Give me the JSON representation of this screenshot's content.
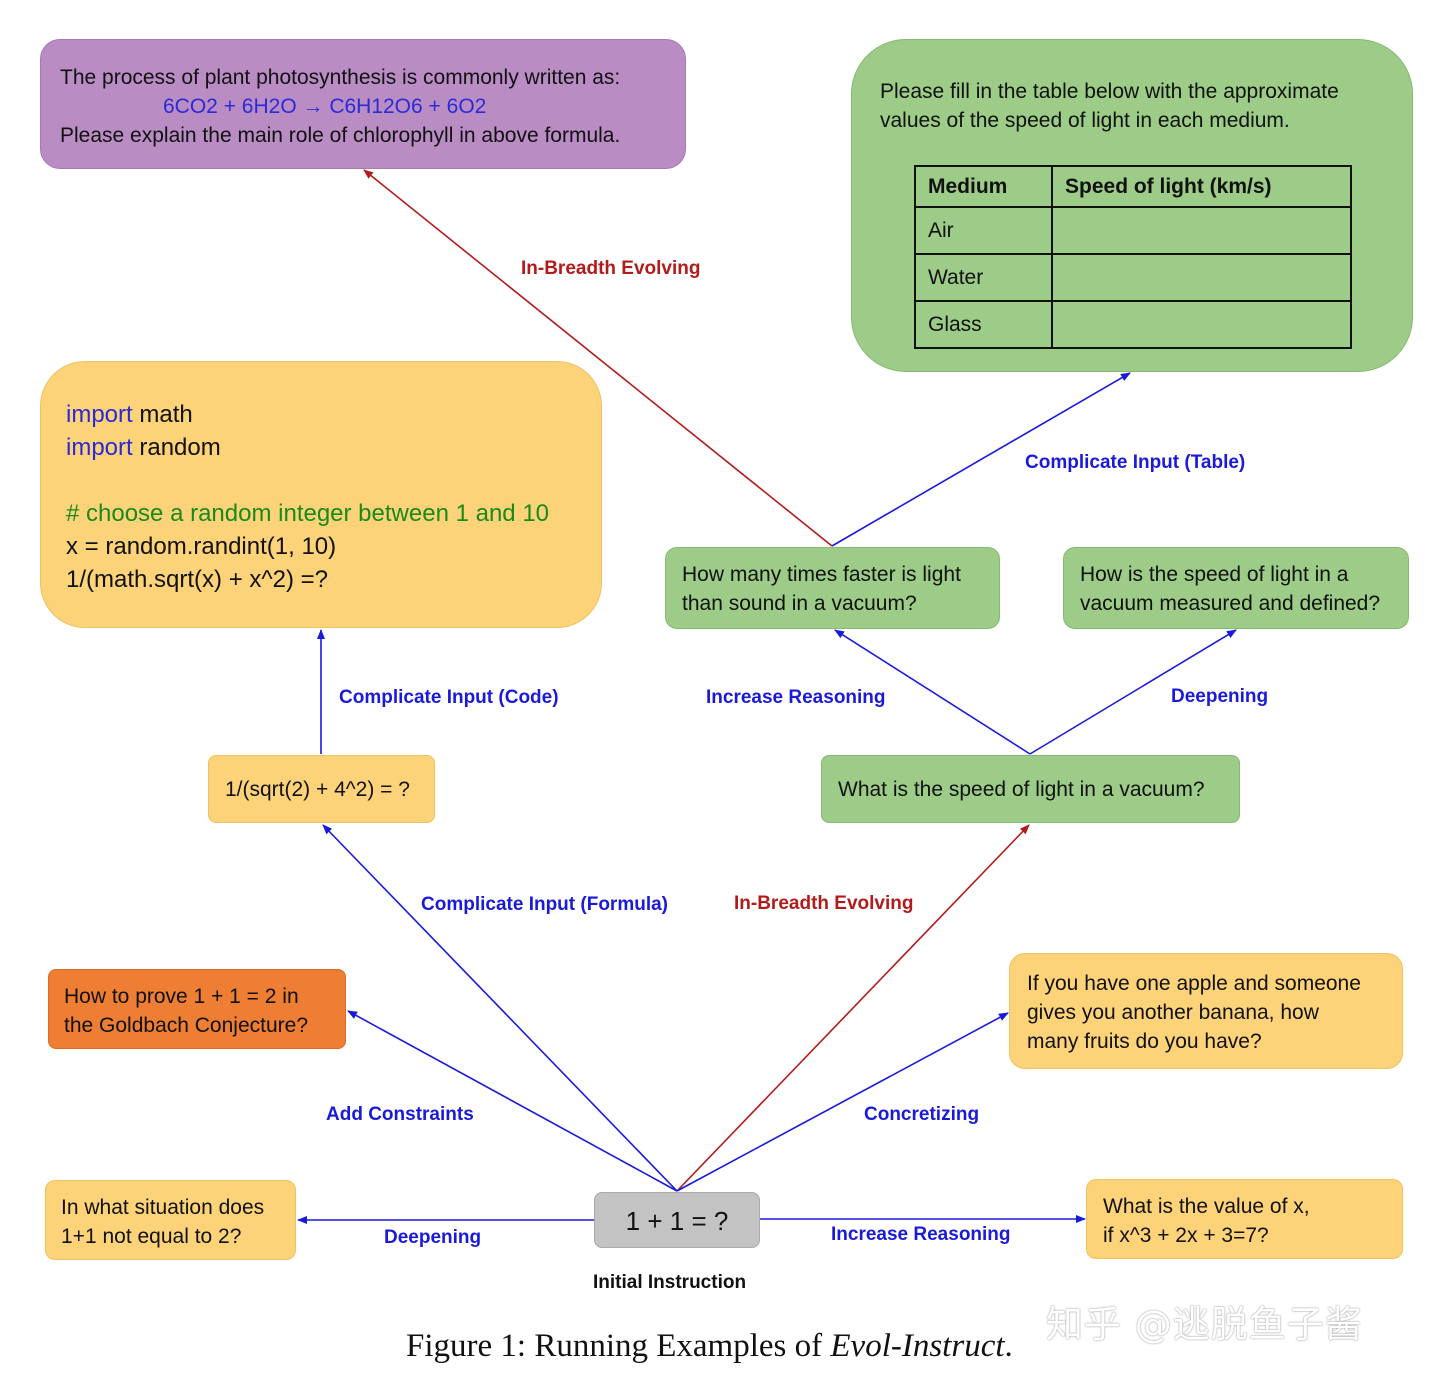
{
  "colors": {
    "purple": "#b98cc4",
    "green": "#9ccc87",
    "yellow": "#fdd37a",
    "orange": "#ee7e33",
    "gray": "#c3c3c3",
    "arrow_blue": "#1a1adb",
    "arrow_red": "#b31b1b",
    "code_keyword": "#2a2ad6",
    "code_comment": "#1a8a1a"
  },
  "nodes": {
    "photosynthesis": {
      "line1": "The process of plant photosynthesis is commonly written as:",
      "formula": "6CO2 + 6H2O → C6H12O6 + 6O2",
      "line3": "Please explain the main role of chlorophyll in above formula."
    },
    "table_task": {
      "line1": "Please fill in the table below with the approximate",
      "line2": "values of the speed of light in each medium.",
      "table": {
        "headers": [
          "Medium",
          "Speed of light (km/s)"
        ],
        "rows": [
          [
            "Air",
            ""
          ],
          [
            "Water",
            ""
          ],
          [
            "Glass",
            ""
          ]
        ]
      }
    },
    "code": {
      "line1_kw": "import",
      "line1_rest": " math",
      "line2_kw": "import",
      "line2_rest": " random",
      "comment": "# choose a random integer between 1 and 10",
      "line4": "x = random.randint(1, 10)",
      "line5": "1/(math.sqrt(x) + x^2) =?"
    },
    "light_faster": {
      "line1": "How many times faster is light",
      "line2": "than sound in a vacuum?"
    },
    "light_measured": {
      "line1": "How is the speed of light in a",
      "line2": "vacuum measured and defined?"
    },
    "formula_simple": {
      "text": "1/(sqrt(2) + 4^2) = ?"
    },
    "light_speed": {
      "text": "What is the speed of light in a vacuum?"
    },
    "goldbach": {
      "line1": "How to prove 1 + 1 = 2 in",
      "line2": "the Goldbach Conjecture?"
    },
    "apple": {
      "line1": "If you have one apple and someone",
      "line2": "gives you another banana, how",
      "line3": "many fruits do you have?"
    },
    "situation": {
      "line1": "In what situation does",
      "line2": "1+1 not equal to 2?"
    },
    "initial": {
      "text": "1 + 1 = ?",
      "caption": "Initial Instruction"
    },
    "value_x": {
      "line1": "What is the value of x,",
      "line2": "if x^3 + 2x + 3=7?"
    }
  },
  "edge_labels": {
    "in_breadth_top": "In-Breadth Evolving",
    "complicate_table": "Complicate Input (Table)",
    "complicate_code": "Complicate Input (Code)",
    "increase_reasoning_mid": "Increase Reasoning",
    "deepening_mid": "Deepening",
    "complicate_formula": "Complicate Input (Formula)",
    "in_breadth_bottom": "In-Breadth Evolving",
    "add_constraints": "Add Constraints",
    "concretizing": "Concretizing",
    "deepening_bottom": "Deepening",
    "increase_reasoning_bottom": "Increase Reasoning"
  },
  "watermark": "知乎 @逃脱鱼子酱",
  "caption": {
    "prefix": "Figure 1: Running Examples of ",
    "italic": "Evol-Instruct",
    "suffix": "."
  }
}
